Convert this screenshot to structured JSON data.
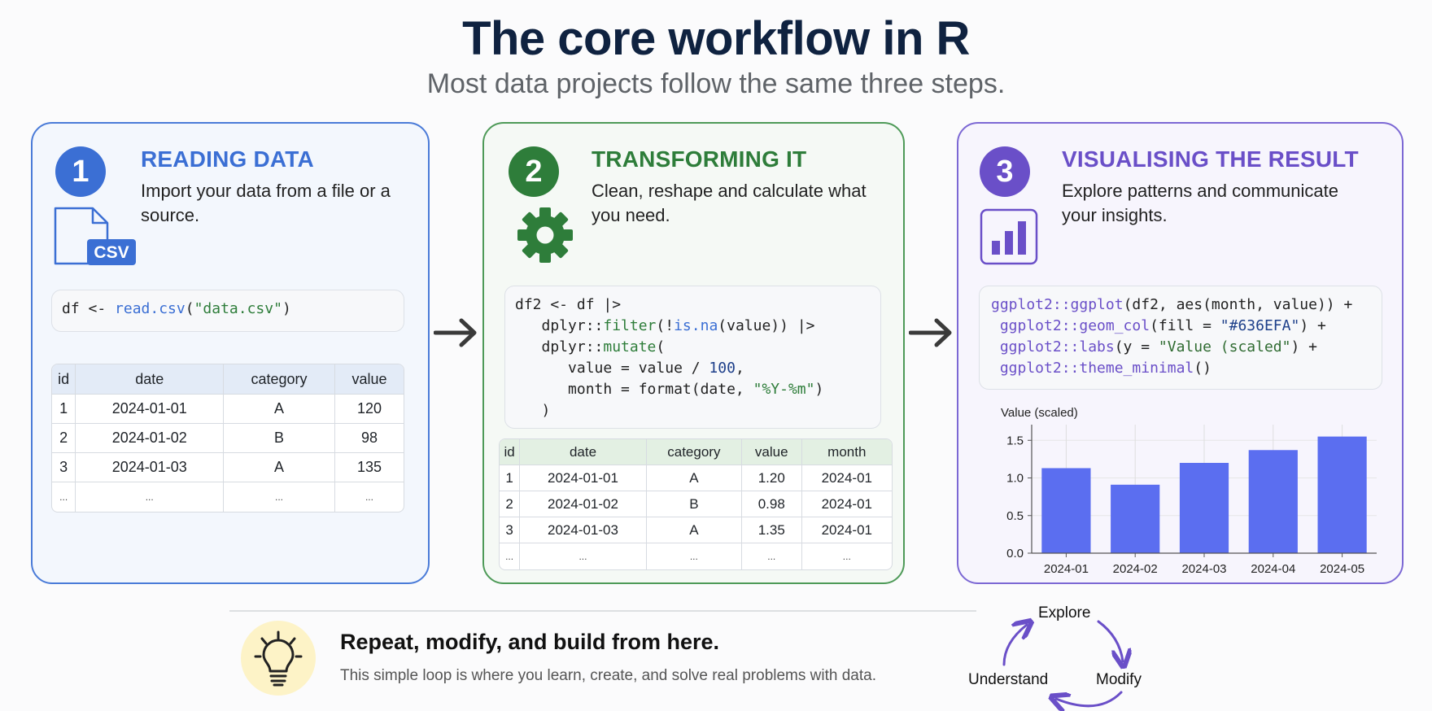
{
  "header": {
    "title": "The core workflow in R",
    "subtitle": "Most data projects follow the same three steps."
  },
  "colors": {
    "step1": "#3b6fd4",
    "step2": "#2e7d3a",
    "step3": "#6a4fc8",
    "bar_fill": "#636EFA"
  },
  "steps": [
    {
      "number": "1",
      "title": "READING DATA",
      "description": "Import your data from a file or a source.",
      "icon": "csv-file-icon",
      "icon_label": "CSV",
      "code": {
        "parts": [
          {
            "text": "df <- ",
            "cls": ""
          },
          {
            "text": "read.csv",
            "cls": "k-fn"
          },
          {
            "text": "(",
            "cls": ""
          },
          {
            "text": "\"data.csv\"",
            "cls": "k-str"
          },
          {
            "text": ")",
            "cls": ""
          }
        ]
      },
      "table": {
        "columns": [
          "id",
          "date",
          "category",
          "value"
        ],
        "rows": [
          [
            "1",
            "2024-01-01",
            "A",
            "120"
          ],
          [
            "2",
            "2024-01-02",
            "B",
            "98"
          ],
          [
            "3",
            "2024-01-03",
            "A",
            "135"
          ],
          [
            "...",
            "...",
            "...",
            "..."
          ]
        ]
      }
    },
    {
      "number": "2",
      "title": "TRANSFORMING IT",
      "description": "Clean, reshape and calculate what you need.",
      "icon": "gear-icon",
      "code": {
        "lines": [
          [
            {
              "text": "df2 <- df |>",
              "cls": ""
            }
          ],
          [
            {
              "text": "   dplyr::",
              "cls": ""
            },
            {
              "text": "filter",
              "cls": "k-green"
            },
            {
              "text": "(!",
              "cls": ""
            },
            {
              "text": "is.na",
              "cls": "k-fn"
            },
            {
              "text": "(value)) |>",
              "cls": ""
            }
          ],
          [
            {
              "text": "   dplyr::",
              "cls": ""
            },
            {
              "text": "mutate",
              "cls": "k-green"
            },
            {
              "text": "(",
              "cls": ""
            }
          ],
          [
            {
              "text": "      value = value / ",
              "cls": ""
            },
            {
              "text": "100",
              "cls": "k-num"
            },
            {
              "text": ",",
              "cls": ""
            }
          ],
          [
            {
              "text": "      month = format(date, ",
              "cls": ""
            },
            {
              "text": "\"%Y-%m\"",
              "cls": "k-str"
            },
            {
              "text": ")",
              "cls": ""
            }
          ],
          [
            {
              "text": "   )",
              "cls": ""
            }
          ]
        ]
      },
      "table": {
        "columns": [
          "id",
          "date",
          "category",
          "value",
          "month"
        ],
        "rows": [
          [
            "1",
            "2024-01-01",
            "A",
            "1.20",
            "2024-01"
          ],
          [
            "2",
            "2024-01-02",
            "B",
            "0.98",
            "2024-01"
          ],
          [
            "3",
            "2024-01-03",
            "A",
            "1.35",
            "2024-01"
          ],
          [
            "...",
            "...",
            "...",
            "...",
            "..."
          ]
        ]
      }
    },
    {
      "number": "3",
      "title": "VISUALISING THE RESULT",
      "description": "Explore patterns and communicate your insights.",
      "icon": "bar-chart-icon",
      "code": {
        "lines": [
          [
            {
              "text": "ggplot2::ggplot",
              "cls": "k-gfn"
            },
            {
              "text": "(df2, aes(month, value)) +",
              "cls": ""
            }
          ],
          [
            {
              "text": " ggplot2::geom_col",
              "cls": "k-gfn"
            },
            {
              "text": "(fill = ",
              "cls": ""
            },
            {
              "text": "\"#636EFA\"",
              "cls": "k-blue"
            },
            {
              "text": ") +",
              "cls": ""
            }
          ],
          [
            {
              "text": " ggplot2::labs",
              "cls": "k-gfn"
            },
            {
              "text": "(y = ",
              "cls": ""
            },
            {
              "text": "\"Value (scaled\"",
              "cls": "k-gstr"
            },
            {
              "text": ") +",
              "cls": ""
            }
          ],
          [
            {
              "text": " ggplot2::theme_minimal",
              "cls": "k-gfn"
            },
            {
              "text": "()",
              "cls": ""
            }
          ]
        ]
      }
    }
  ],
  "chart_data": {
    "type": "bar",
    "title": "",
    "xlabel": "",
    "ylabel": "Value (scaled)",
    "categories": [
      "2024-01",
      "2024-02",
      "2024-03",
      "2024-04",
      "2024-05"
    ],
    "values": [
      1.13,
      0.91,
      1.2,
      1.37,
      1.55
    ],
    "ylim": [
      0,
      1.6
    ],
    "yticks": [
      0.0,
      0.5,
      1.0,
      1.5
    ],
    "ytick_labels": [
      "0.0",
      "0.5",
      "1.0",
      "1.5"
    ],
    "grid": true,
    "legend": "none"
  },
  "footer": {
    "icon": "lightbulb-icon",
    "title": "Repeat, modify, and build from here.",
    "text": "This simple loop is where you learn, create, and solve real problems with data."
  },
  "loop": {
    "labels": [
      "Explore",
      "Modify",
      "Understand"
    ]
  }
}
